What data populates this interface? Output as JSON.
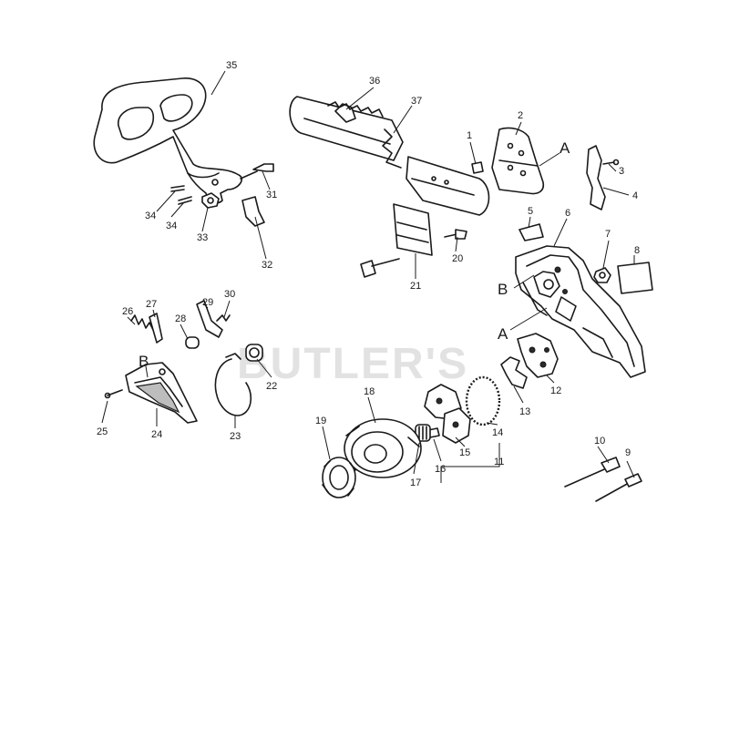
{
  "watermark": "BUTLER'S",
  "callouts": {
    "n1": "1",
    "n2": "2",
    "n3": "3",
    "n4": "4",
    "n5": "5",
    "n6": "6",
    "n7": "7",
    "n8": "8",
    "n9": "9",
    "n10": "10",
    "n11": "11",
    "n12": "12",
    "n13": "13",
    "n14": "14",
    "n15": "15",
    "n16": "16",
    "n17": "17",
    "n18": "18",
    "n19": "19",
    "n20": "20",
    "n21": "21",
    "n22": "22",
    "n23": "23",
    "n24": "24",
    "n25": "25",
    "n26": "26",
    "n27": "27",
    "n28": "28",
    "n29": "29",
    "n30": "30",
    "n31": "31",
    "n32": "32",
    "n33": "33",
    "n34a": "34",
    "n34b": "34",
    "n35": "35",
    "n36": "36",
    "n37": "37"
  },
  "references": {
    "a_top": "A",
    "a_mid": "A",
    "b_right": "B",
    "b_left": "B"
  }
}
